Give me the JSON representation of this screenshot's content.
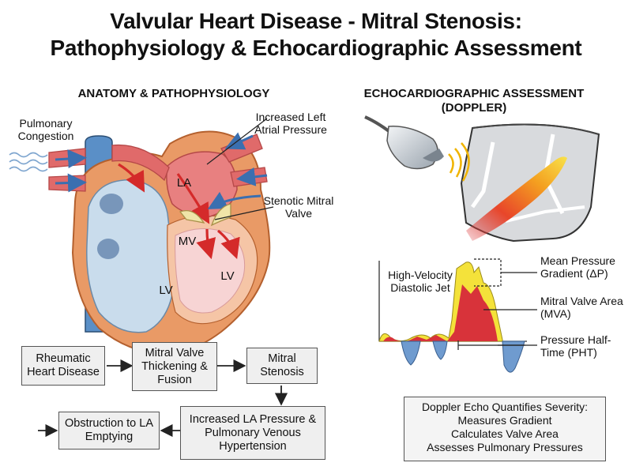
{
  "title": {
    "line1": "Valvular Heart Disease - Mitral Stenosis:",
    "line2": "Pathophysiology & Echocardiographic Assessment"
  },
  "left_section": {
    "heading": "ANATOMY & PATHOPHYSIOLOGY",
    "labels": {
      "pulmonary_congestion": "Pulmonary Congestion",
      "increased_la_pressure": "Increased Left Atrial Pressure",
      "stenotic_mitral_valve": "Stenotic Mitral Valve",
      "la": "LA",
      "mv": "MV",
      "lv_inner": "LV",
      "lv_outer": "LV"
    }
  },
  "right_section": {
    "heading": "ECHOCARDIOGRAPHIC ASSESSMENT (DOPPLER)",
    "labels": {
      "jet": "High-Velocity Diastolic Jet",
      "mean_gradient": "Mean Pressure Gradient (ΔP)",
      "mva": "Mitral Valve Area (MVA)",
      "pht": "Pressure Half-Time (PHT)"
    },
    "summary": {
      "lines": [
        "Doppler Echo Quantifies Severity:",
        "Measures Gradient",
        "Calculates Valve Area",
        "Assesses Pulmonary Pressures"
      ]
    }
  },
  "flowchart": {
    "nodes": [
      "Rheumatic Heart Disease",
      "Mitral Valve Thickening & Fusion",
      "Mitral Stenosis",
      "Increased LA Pressure & Pulmonary Venous Hypertension",
      "Obstruction to LA Emptying"
    ]
  },
  "colors": {
    "heart_outer": "#e99a66",
    "lv_wall": "#f5c5a6",
    "blue_chamber": "#c9dcec",
    "red_vessel": "#e06a6a",
    "arrow_red": "#d42a2a",
    "arrow_blue": "#3a6fb0",
    "valve": "#efe4a8",
    "doppler_red": "#d8333a",
    "doppler_yellow": "#f4e23a",
    "doppler_blue": "#6f9bcf"
  }
}
